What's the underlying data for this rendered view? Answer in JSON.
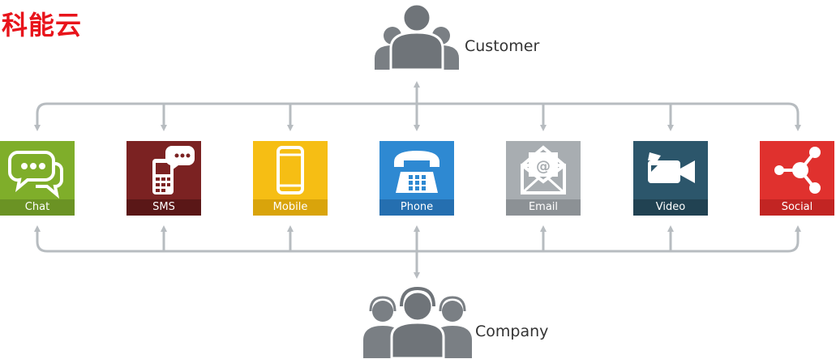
{
  "brand": {
    "text": "科能云",
    "color": "#e8141b"
  },
  "customer": {
    "label": "Customer",
    "icon": "customer-group-icon"
  },
  "company": {
    "label": "Company",
    "icon": "agent-headset-group-icon"
  },
  "channels": [
    {
      "key": "chat",
      "label": "Chat",
      "icon": "chat-bubbles-icon",
      "color": "#7fae2a",
      "bar": "#6b9324"
    },
    {
      "key": "sms",
      "label": "SMS",
      "icon": "sms-phone-icon",
      "color": "#7b2222",
      "bar": "#5a1717"
    },
    {
      "key": "mobile",
      "label": "Mobile",
      "icon": "mobile-phone-icon",
      "color": "#f6be14",
      "bar": "#d9a40b"
    },
    {
      "key": "phone",
      "label": "Phone",
      "icon": "telephone-icon",
      "color": "#2e89d2",
      "bar": "#256fb0"
    },
    {
      "key": "email",
      "label": "Email",
      "icon": "email-envelope-icon",
      "color": "#a8adb1",
      "bar": "#8c9195"
    },
    {
      "key": "video",
      "label": "Video",
      "icon": "video-camera-icon",
      "color": "#2c566b",
      "bar": "#214252"
    },
    {
      "key": "social",
      "label": "Social",
      "icon": "social-share-icon",
      "color": "#e0312e",
      "bar": "#c22523"
    }
  ],
  "colors": {
    "connector": "#b7bcc0",
    "person": "#7a7f84"
  }
}
